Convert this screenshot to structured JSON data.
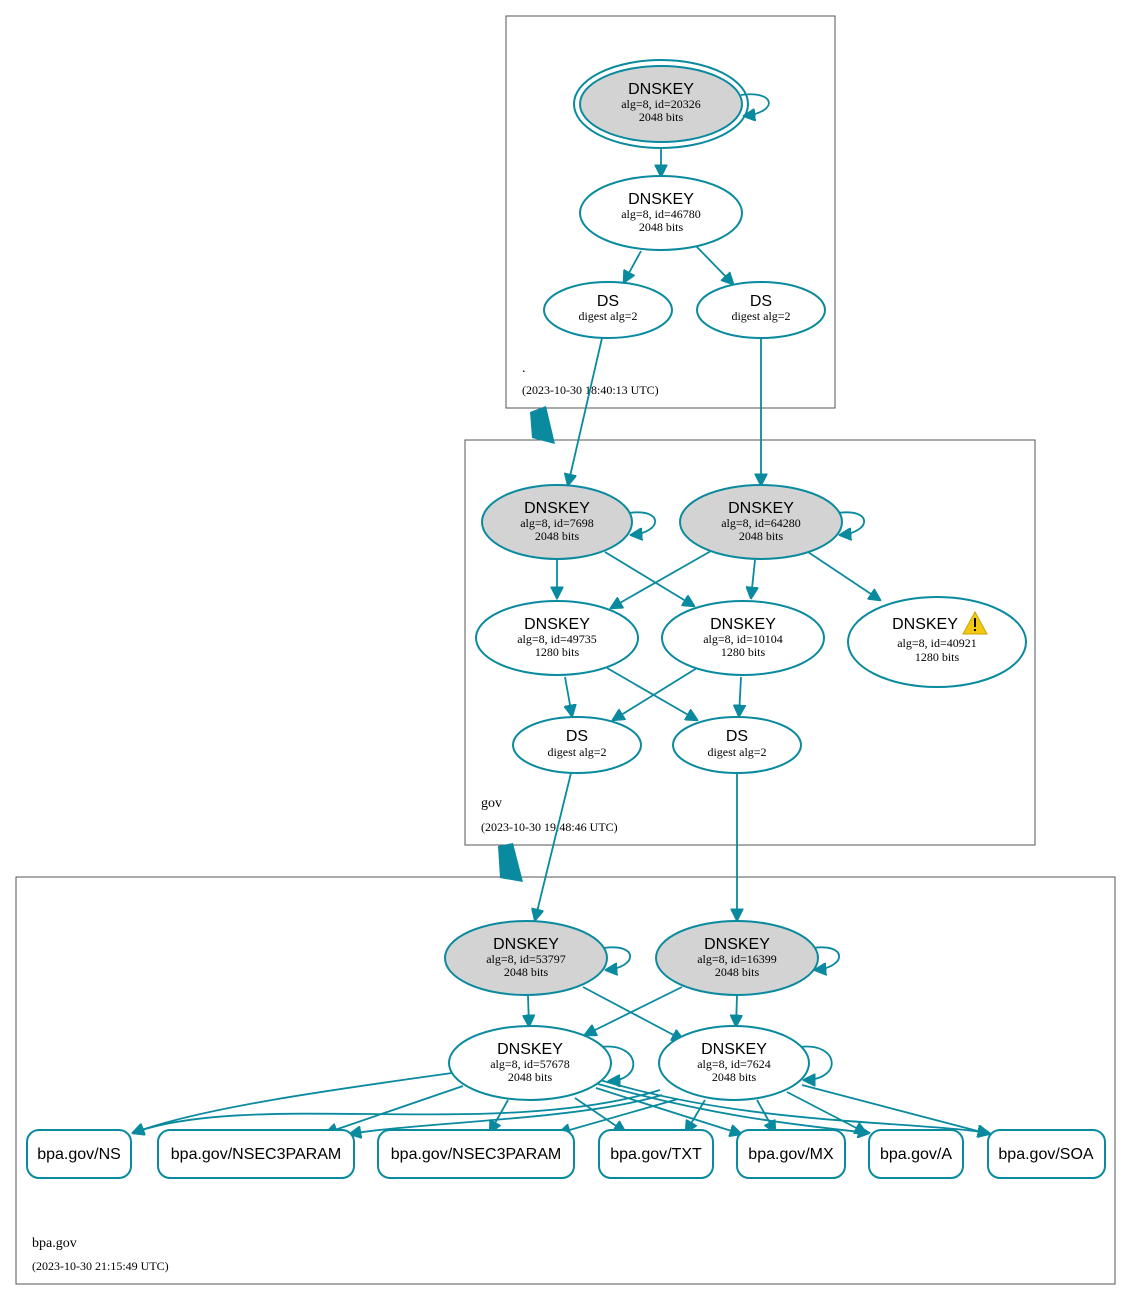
{
  "zones": {
    "root": {
      "name": ".",
      "time": "(2023-10-30 18:40:13 UTC)"
    },
    "gov": {
      "name": "gov",
      "time": "(2023-10-30 19:48:46 UTC)"
    },
    "bpa": {
      "name": "bpa.gov",
      "time": "(2023-10-30 21:15:49 UTC)"
    }
  },
  "nodes": {
    "root_ksk": {
      "title": "DNSKEY",
      "l1": "alg=8, id=20326",
      "l2": "2048 bits"
    },
    "root_zsk": {
      "title": "DNSKEY",
      "l1": "alg=8, id=46780",
      "l2": "2048 bits"
    },
    "root_ds1": {
      "title": "DS",
      "l1": "digest alg=2"
    },
    "root_ds2": {
      "title": "DS",
      "l1": "digest alg=2"
    },
    "gov_ksk1": {
      "title": "DNSKEY",
      "l1": "alg=8, id=7698",
      "l2": "2048 bits"
    },
    "gov_ksk2": {
      "title": "DNSKEY",
      "l1": "alg=8, id=64280",
      "l2": "2048 bits"
    },
    "gov_zsk1": {
      "title": "DNSKEY",
      "l1": "alg=8, id=49735",
      "l2": "1280 bits"
    },
    "gov_zsk2": {
      "title": "DNSKEY",
      "l1": "alg=8, id=10104",
      "l2": "1280 bits"
    },
    "gov_zsk3": {
      "title": "DNSKEY",
      "l1": "alg=8, id=40921",
      "l2": "1280 bits"
    },
    "gov_ds1": {
      "title": "DS",
      "l1": "digest alg=2"
    },
    "gov_ds2": {
      "title": "DS",
      "l1": "digest alg=2"
    },
    "bpa_ksk1": {
      "title": "DNSKEY",
      "l1": "alg=8, id=53797",
      "l2": "2048 bits"
    },
    "bpa_ksk2": {
      "title": "DNSKEY",
      "l1": "alg=8, id=16399",
      "l2": "2048 bits"
    },
    "bpa_zsk1": {
      "title": "DNSKEY",
      "l1": "alg=8, id=57678",
      "l2": "2048 bits"
    },
    "bpa_zsk2": {
      "title": "DNSKEY",
      "l1": "alg=8, id=7624",
      "l2": "2048 bits"
    }
  },
  "rrsets": {
    "ns": "bpa.gov/NS",
    "nsec3param1": "bpa.gov/NSEC3PARAM",
    "nsec3param2": "bpa.gov/NSEC3PARAM",
    "txt": "bpa.gov/TXT",
    "mx": "bpa.gov/MX",
    "a": "bpa.gov/A",
    "soa": "bpa.gov/SOA"
  },
  "colors": {
    "edge": "#0a8a9f",
    "trust_anchor_fill": "#d3d3d3",
    "node_fill": "#ffffff",
    "warning": "#f2c811"
  },
  "icons": {
    "warning": "warning-icon"
  }
}
